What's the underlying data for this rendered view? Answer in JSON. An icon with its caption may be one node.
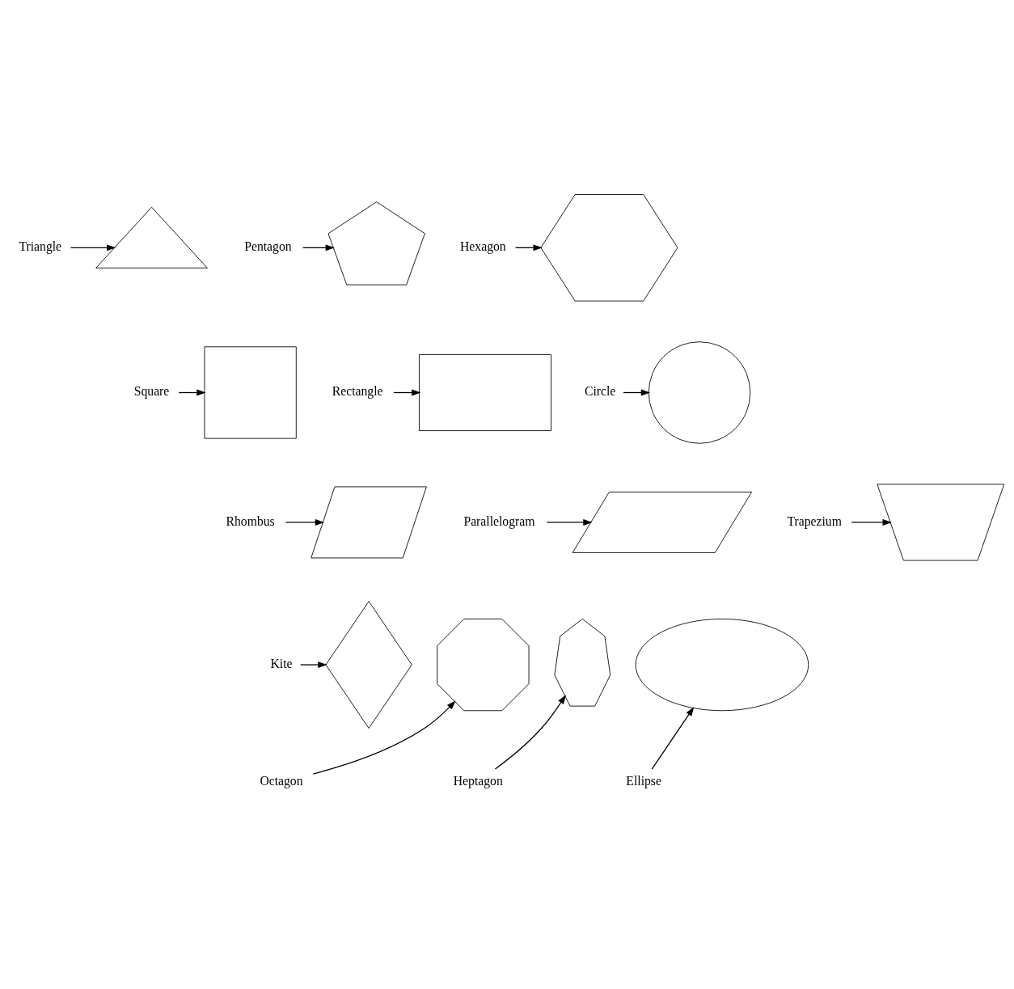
{
  "diagram": {
    "nodes": [
      {
        "text": [
          "Triangle"
        ]
      },
      {
        "text": [],
        "shape": "triangle"
      },
      {
        "text": [
          "Pentagon"
        ]
      },
      {
        "text": [],
        "shape": "pentagon"
      },
      {
        "text": [
          "Hexagon"
        ]
      },
      {
        "text": [],
        "shape": "hexagon"
      },
      {
        "text": [
          "Square"
        ]
      },
      {
        "text": [],
        "shape": "square"
      },
      {
        "text": [
          "Rectangle"
        ]
      },
      {
        "text": [],
        "shape": "rectangle"
      },
      {
        "text": [
          "Circle"
        ]
      },
      {
        "text": [],
        "shape": "circle"
      },
      {
        "text": [
          "Rhombus"
        ]
      },
      {
        "text": [],
        "shape": "rhombus"
      },
      {
        "text": [
          "Parallelogram"
        ]
      },
      {
        "text": [],
        "shape": "parallelogram"
      },
      {
        "text": [],
        "shape": "trapezium"
      },
      {
        "text": [
          "Trapezium"
        ]
      },
      {
        "text": [],
        "shape": "kite"
      },
      {
        "text": [],
        "shape": "octagon"
      },
      {
        "text": [],
        "shape": "heptagon"
      },
      {
        "text": [],
        "shape": "ellipse"
      },
      {
        "text": [
          "Kite"
        ]
      },
      {
        "text": [
          "Ellipse"
        ]
      },
      {
        "text": [
          "Octagon"
        ]
      },
      {
        "text": [
          "Heptagon"
        ]
      }
    ],
    "edges": [
      {
        "from": 0,
        "to": 1,
        "arrow": "to"
      },
      {
        "from": 2,
        "to": 3,
        "arrow": "to"
      },
      {
        "from": 4,
        "to": 5,
        "arrow": "to"
      },
      {
        "from": 6,
        "to": 7,
        "arrow": "to"
      },
      {
        "from": 8,
        "to": 9,
        "arrow": "to"
      },
      {
        "from": 10,
        "to": 11,
        "arrow": "to"
      },
      {
        "from": 12,
        "to": 13,
        "arrow": "to"
      },
      {
        "from": 14,
        "to": 15,
        "arrow": "to"
      },
      {
        "from": 17,
        "to": 16,
        "arrow": "to"
      },
      {
        "from": 22,
        "to": 18,
        "arrow": "to"
      },
      {
        "from": 24,
        "to": 19,
        "arrow": "to"
      },
      {
        "from": 25,
        "to": 20,
        "arrow": "to"
      },
      {
        "from": 23,
        "to": 21,
        "arrow": "to"
      }
    ]
  }
}
